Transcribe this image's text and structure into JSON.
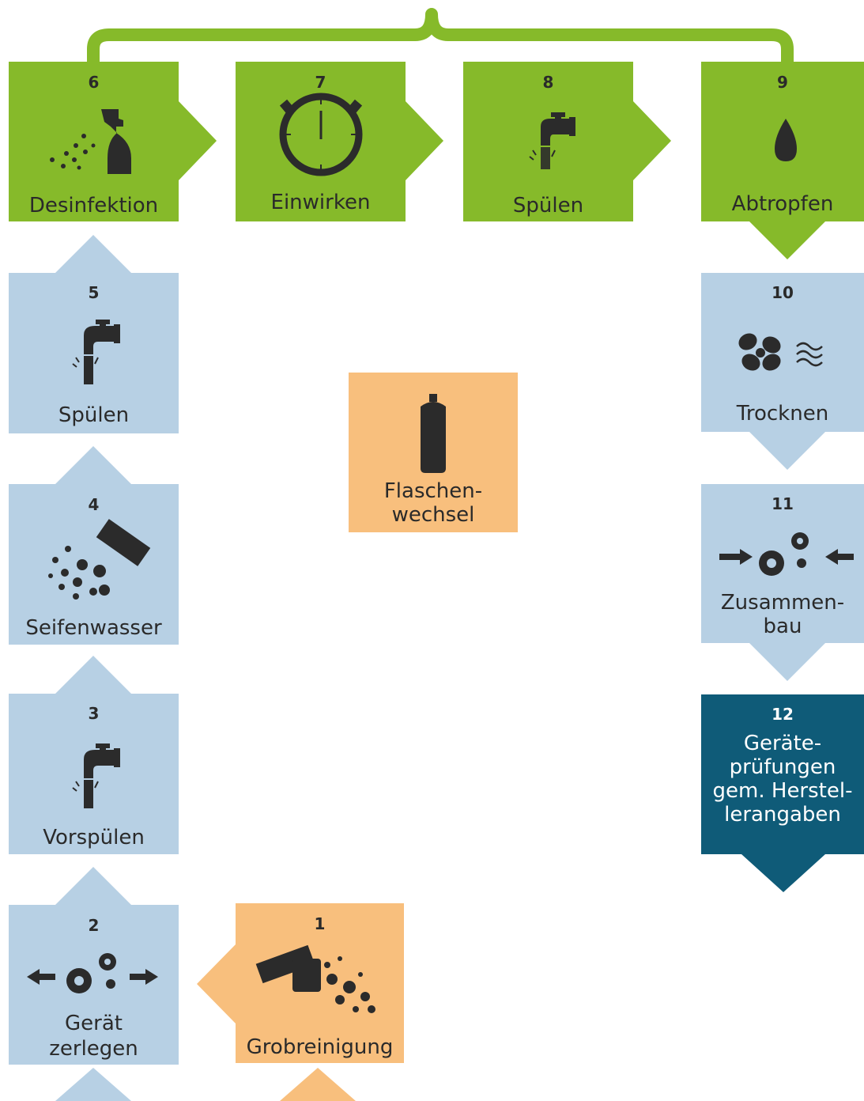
{
  "colors": {
    "green": "#86ba2a",
    "light_blue": "#b7d0e4",
    "orange": "#f8bf7d",
    "dark_teal": "#0f5b78",
    "icon": "#2b2b2b"
  },
  "steps": {
    "s1": {
      "number": "1",
      "label": "Grobreinigung",
      "icon": "sponge-bubbles-icon"
    },
    "s2": {
      "number": "2",
      "label_line1": "Gerät",
      "label_line2": "zerlegen",
      "icon": "gears-arrows-out-icon"
    },
    "s3": {
      "number": "3",
      "label": "Vorspülen",
      "icon": "faucet-icon"
    },
    "s4": {
      "number": "4",
      "label": "Seifenwasser",
      "icon": "soap-sponge-icon"
    },
    "s5": {
      "number": "5",
      "label": "Spülen",
      "icon": "faucet-icon"
    },
    "s6": {
      "number": "6",
      "label": "Desinfektion",
      "icon": "spray-bottle-icon"
    },
    "s7": {
      "number": "7",
      "label": "Einwirken",
      "icon": "timer-icon"
    },
    "s8": {
      "number": "8",
      "label": "Spülen",
      "icon": "faucet-icon"
    },
    "s9": {
      "number": "9",
      "label": "Abtropfen",
      "icon": "drop-icon"
    },
    "s10": {
      "number": "10",
      "label": "Trocknen",
      "icon": "fan-icon"
    },
    "s11": {
      "number": "11",
      "label_line1": "Zusammen-",
      "label_line2": "bau",
      "icon": "gears-arrows-in-icon"
    },
    "s12": {
      "number": "12",
      "label_line1": "Geräte-",
      "label_line2": "prüfungen",
      "label_line3": "gem. Herstel-",
      "label_line4": "lerangaben"
    },
    "side": {
      "label_line1": "Flaschen-",
      "label_line2": "wechsel",
      "icon": "cylinder-icon"
    }
  }
}
